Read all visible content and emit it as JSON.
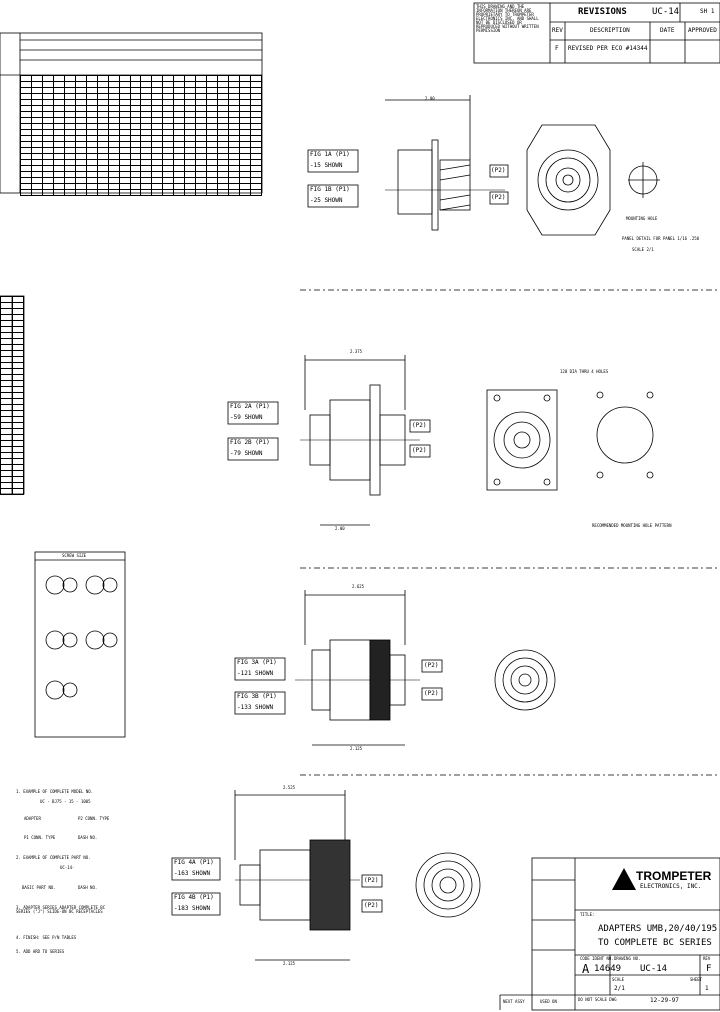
{
  "title_block": {
    "company": "TROMPETER",
    "company_sub": "ELECTRONICS, INC.",
    "title_label": "TITLE:",
    "title_line1": "ADAPTERS UMB,20/40/195",
    "title_line2": "TO COMPLETE BC SERIES",
    "code_label": "CODE IDENT NO.",
    "size": "A",
    "ident": "14649",
    "dwg_label": "DRAWING NO.",
    "dwg_no": "UC-14",
    "rev_label": "REV",
    "rev": "F",
    "scale_label": "SCALE",
    "scale": "2/1",
    "sheet_label": "SHEET",
    "sheet": "1",
    "date": "12-29-97",
    "do_not_scale": "DO NOT SCALE DWG",
    "next_assy": "NEXT ASSY",
    "used_on": "USED ON"
  },
  "revisions": {
    "header": "REVISIONS",
    "doc": "UC-14",
    "sheet": "SH 1",
    "col_rev": "REV",
    "col_desc": "DESCRIPTION",
    "col_date": "DATE",
    "col_approved": "APPROVED",
    "row_rev": "F",
    "row_desc": "REVISED PER ECO #14344"
  },
  "proprietary_note": "THIS DRAWING AND THE INFORMATION THEREON ARE PROPRIETARY TO TROMPETER ELECTRONICS INC. AND SHALL NOT BE DISCLOSED OR REPRODUCED WITHOUT WRITTEN PERMISSION",
  "figures": {
    "fig1a": "FIG 1A (P1)",
    "fig1a_shown": "-15 SHOWN",
    "fig1b": "FIG 1B (P1)",
    "fig1b_shown": "-25 SHOWN",
    "fig2a": "FIG 2A (P1)",
    "fig2a_shown": "-59 SHOWN",
    "fig2b": "FIG 2B (P1)",
    "fig2b_shown": "-79 SHOWN",
    "fig3a": "FIG 3A (P1)",
    "fig3a_shown": "-121 SHOWN",
    "fig3b": "FIG 3B (P1)",
    "fig3b_shown": "-133 SHOWN",
    "fig4a": "FIG 4A (P1)",
    "fig4a_shown": "-163 SHOWN",
    "fig4b": "FIG 4B (P1)",
    "fig4b_shown": "-183 SHOWN",
    "p2": "(P2)"
  },
  "dims": {
    "d1": "2.00",
    "d2": "2.375",
    "d3": "2.00",
    "d4": "2.625",
    "d5": "2.525",
    "d6": "2.125"
  },
  "notes": {
    "n1": "1. EXAMPLE OF COMPLETE MODEL NO.",
    "n1_ex": "UC - BJ75 - 15 - 1005",
    "n1_adapter": "ADAPTER",
    "n1_p1": "P1 CONN. TYPE",
    "n1_p2": "P2 CONN. TYPE",
    "n1_seq": "DASH NO.",
    "n2": "2. EXAMPLE OF COMPLETE PART NO.",
    "n2_ex": "UC-14-",
    "n2_basic": "BASIC PART NO.",
    "n2_dash": "DASH NO.",
    "n3": "3. ADAPTER SERIES ADAPTER COMPLETE BC SERIES (\"J\") SLIDE-ON BC RECEPTACLES",
    "n4": "4. FINISH: SEE P/N TABLES",
    "n5": "5. ADD ARD TO SERIES"
  },
  "panel_labels": {
    "mounting_hole": "MOUNTING HOLE",
    "panel_detail": "PANEL DETAIL FOR PANEL 1/16 .250",
    "scale_2": "SCALE 2/1",
    "mounting_hole2": "RECOMMENDED MOUNTING HOLE PATTERN",
    "hole_note": "120 DIA THRU 4 HOLES",
    "table2_title": "SCREW SIZE"
  }
}
